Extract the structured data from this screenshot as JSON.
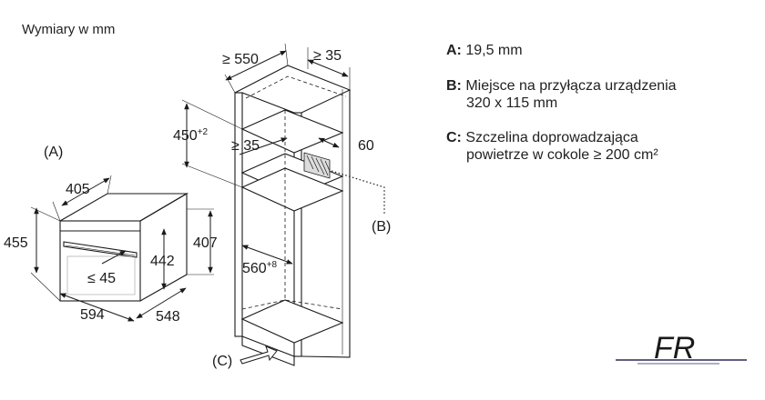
{
  "title": "Wymiary w mm",
  "legend": {
    "a": {
      "key": "A:",
      "text": "19,5 mm"
    },
    "b": {
      "key": "B:",
      "line1": "Miejsce na przyłącza urządzenia",
      "line2": "320 x 115 mm"
    },
    "c": {
      "key": "C:",
      "line1": "Szczelina doprowadzająca",
      "line2": "powietrze w cokole ≥ 200 cm²"
    }
  },
  "appliance": {
    "label_a": "(A)",
    "depth_top": "405",
    "height_total": "455",
    "height_inner": "442",
    "height_right": "407",
    "gap": "≤ 45",
    "width": "594",
    "depth": "548"
  },
  "cabinet": {
    "depth_min": "≥ 550",
    "back_gap": "≥ 35",
    "opening_height": "450",
    "opening_height_tol": "+2",
    "top_gap": "≥ 35",
    "side_60": "60",
    "inner_width": "560",
    "inner_width_tol": "+8",
    "label_b": "(B)",
    "label_c": "(C)"
  },
  "logo": "FR"
}
